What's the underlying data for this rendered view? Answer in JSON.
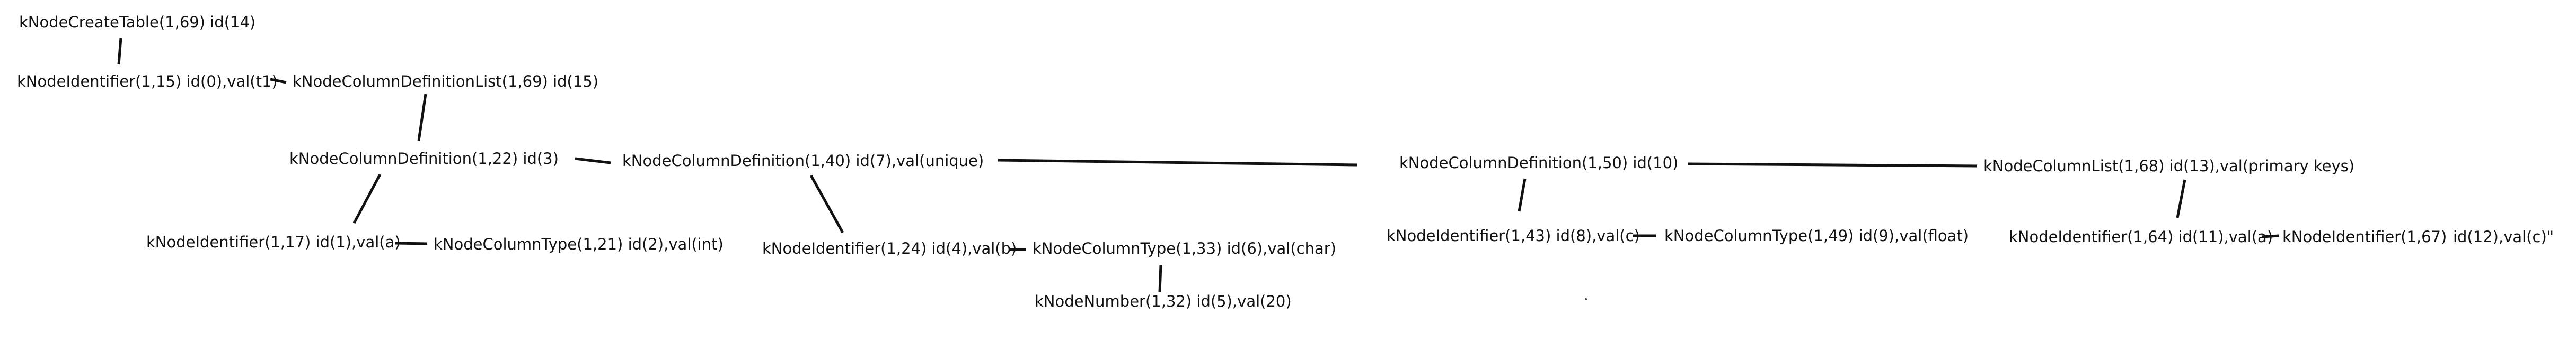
{
  "diagram": {
    "nodes": [
      {
        "id": "n14",
        "label": "kNodeCreateTable(1,69) id(14)"
      },
      {
        "id": "n0",
        "label": "kNodeIdentifier(1,15) id(0),val(t1)"
      },
      {
        "id": "n15",
        "label": "kNodeColumnDefinitionList(1,69) id(15)"
      },
      {
        "id": "n3",
        "label": "kNodeColumnDefinition(1,22) id(3)"
      },
      {
        "id": "n7",
        "label": "kNodeColumnDefinition(1,40) id(7),val(unique)"
      },
      {
        "id": "n10",
        "label": "kNodeColumnDefinition(1,50) id(10)"
      },
      {
        "id": "n13",
        "label": "kNodeColumnList(1,68) id(13),val(primary keys)"
      },
      {
        "id": "n1",
        "label": "kNodeIdentifier(1,17) id(1),val(a)"
      },
      {
        "id": "n2",
        "label": "kNodeColumnType(1,21) id(2),val(int)"
      },
      {
        "id": "n4",
        "label": "kNodeIdentifier(1,24) id(4),val(b)"
      },
      {
        "id": "n6",
        "label": "kNodeColumnType(1,33) id(6),val(char)"
      },
      {
        "id": "n5",
        "label": "kNodeNumber(1,32) id(5),val(20)"
      },
      {
        "id": "n8",
        "label": "kNodeIdentifier(1,43) id(8),val(c)"
      },
      {
        "id": "n9",
        "label": "kNodeColumnType(1,49) id(9),val(float)"
      },
      {
        "id": "n11",
        "label": "kNodeIdentifier(1,64) id(11),val(a)"
      },
      {
        "id": "n12",
        "label": "kNodeIdentifier(1,67)"
      },
      {
        "id": "n12b",
        "label": "id(12),val(c)\""
      }
    ]
  }
}
